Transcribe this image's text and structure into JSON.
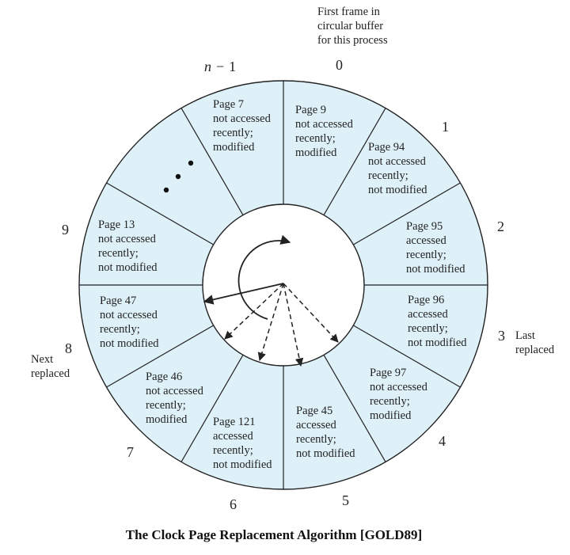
{
  "diagram": {
    "frames": [
      {
        "id": "0",
        "label": "0",
        "lines": [
          "Page 9",
          "not accessed",
          "recently;",
          "modified"
        ]
      },
      {
        "id": "1",
        "label": "1",
        "lines": [
          "Page 94",
          "not accessed",
          "recently;",
          "not modified"
        ]
      },
      {
        "id": "2",
        "label": "2",
        "lines": [
          "Page 95",
          "accessed",
          "recently;",
          "not modified"
        ]
      },
      {
        "id": "3",
        "label": "3",
        "lines": [
          "Page 96",
          "accessed",
          "recently;",
          "not modified"
        ]
      },
      {
        "id": "4",
        "label": "4",
        "lines": [
          "Page 97",
          "not accessed",
          "recently;",
          "modified"
        ]
      },
      {
        "id": "5",
        "label": "5",
        "lines": [
          "Page 45",
          "accessed",
          "recently;",
          "not modified"
        ]
      },
      {
        "id": "6",
        "label": "6",
        "lines": [
          "Page 121",
          "accessed",
          "recently;",
          "not modified"
        ]
      },
      {
        "id": "7",
        "label": "7",
        "lines": [
          "Page 46",
          "not accessed",
          "recently;",
          "modified"
        ]
      },
      {
        "id": "8",
        "label": "8",
        "lines": [
          "Page 47",
          "not accessed",
          "recently;",
          "not modified"
        ]
      },
      {
        "id": "9",
        "label": "9",
        "lines": [
          "Page 13",
          "not accessed",
          "recently;",
          "not modified"
        ]
      },
      {
        "id": "ellipsis",
        "label": "",
        "lines": []
      },
      {
        "id": "n-1",
        "label": "n − 1",
        "lines": [
          "Page 7",
          "not accessed",
          "recently;",
          "modified"
        ]
      }
    ],
    "annotations": {
      "first_frame": [
        "First frame in",
        "circular buffer",
        "for this process"
      ],
      "last_replaced": [
        "Last",
        "replaced"
      ],
      "next_replaced": [
        "Next",
        "replaced"
      ]
    },
    "colors": {
      "segment_fill": "#dff1f8",
      "stroke": "#222222"
    }
  },
  "caption": "The Clock Page Replacement Algorithm [GOLD89]"
}
